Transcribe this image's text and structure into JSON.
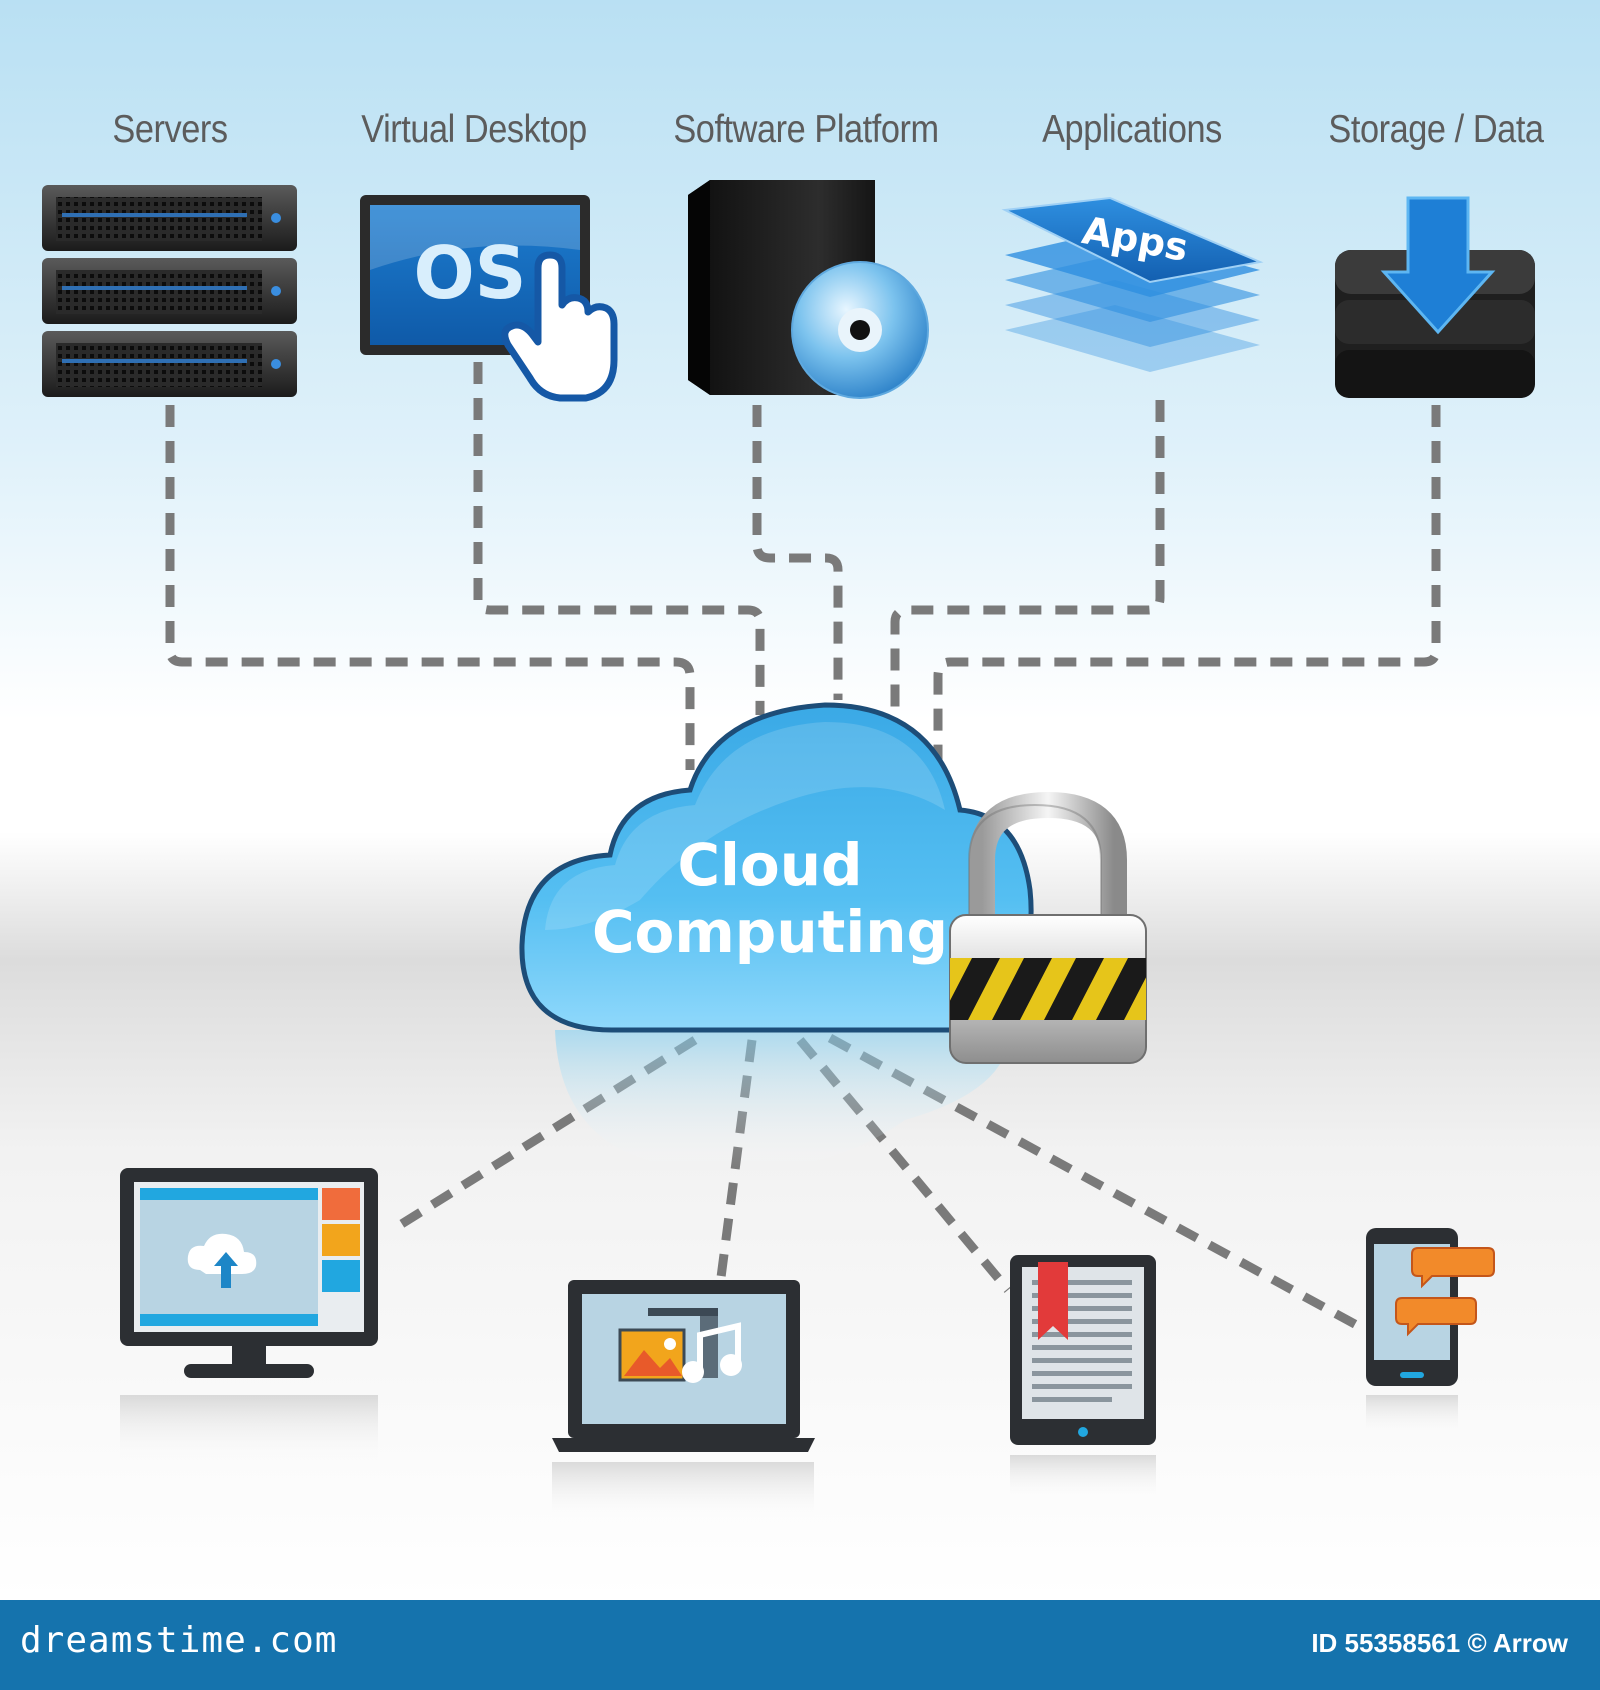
{
  "components": [
    {
      "label": "Servers",
      "icon": "server-rack-icon"
    },
    {
      "label": "Virtual Desktop",
      "icon": "os-touchscreen-icon"
    },
    {
      "label": "Software Platform",
      "icon": "software-box-disc-icon"
    },
    {
      "label": "Applications",
      "icon": "apps-layers-icon"
    },
    {
      "label": "Storage / Data",
      "icon": "storage-download-icon"
    }
  ],
  "screen_text": {
    "os": "OS",
    "apps": "Apps"
  },
  "cloud": {
    "line1": "Cloud",
    "line2": "Computing",
    "icon": "padlock-icon"
  },
  "devices": [
    {
      "icon": "desktop-monitor-icon"
    },
    {
      "icon": "laptop-icon"
    },
    {
      "icon": "ebook-reader-icon"
    },
    {
      "icon": "smartphone-icon"
    }
  ],
  "footer": {
    "site": "dreamstime.com",
    "id_text": "ID 55358561 © Arrow"
  },
  "colors": {
    "footer_bg": "#1573ad",
    "cloud_blue": "#3aa9e6",
    "connector_gray": "#7a7a7a",
    "lock_yellow": "#e6c51a"
  }
}
